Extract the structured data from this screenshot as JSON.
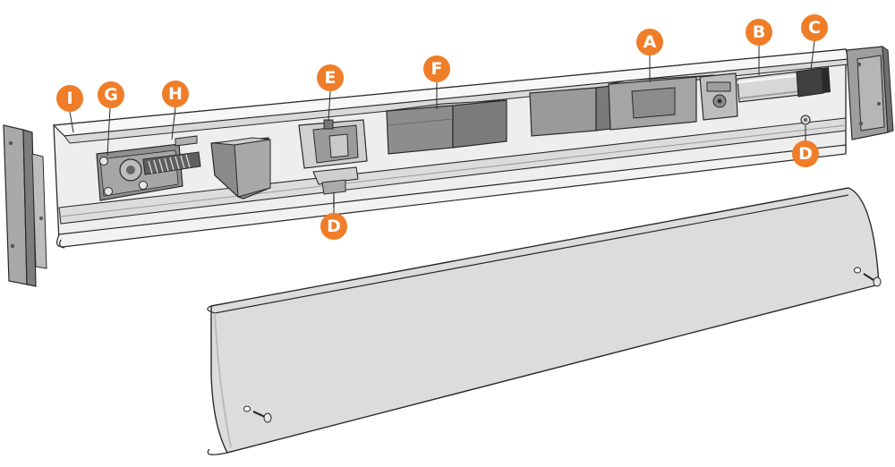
{
  "callouts": {
    "a": {
      "label": "A",
      "color": "#f07d28"
    },
    "b": {
      "label": "B",
      "color": "#f07d28"
    },
    "c": {
      "label": "C",
      "color": "#f07d28"
    },
    "d_right": {
      "label": "D",
      "color": "#f07d28"
    },
    "d_center": {
      "label": "D",
      "color": "#f07d28"
    },
    "e": {
      "label": "E",
      "color": "#f07d28"
    },
    "f": {
      "label": "F",
      "color": "#f07d28"
    },
    "g": {
      "label": "G",
      "color": "#f07d28"
    },
    "h": {
      "label": "H",
      "color": "#f07d28"
    },
    "i": {
      "label": "I",
      "color": "#f07d28"
    }
  },
  "colors": {
    "callout": "#f07d28",
    "outline": "#2a2a2a",
    "profile_light": "#eeeeee",
    "profile_mid": "#d6d6d6",
    "component_dark": "#8c8c8c",
    "component_mid": "#a8a8a8",
    "cover": "#dcdcdc"
  }
}
